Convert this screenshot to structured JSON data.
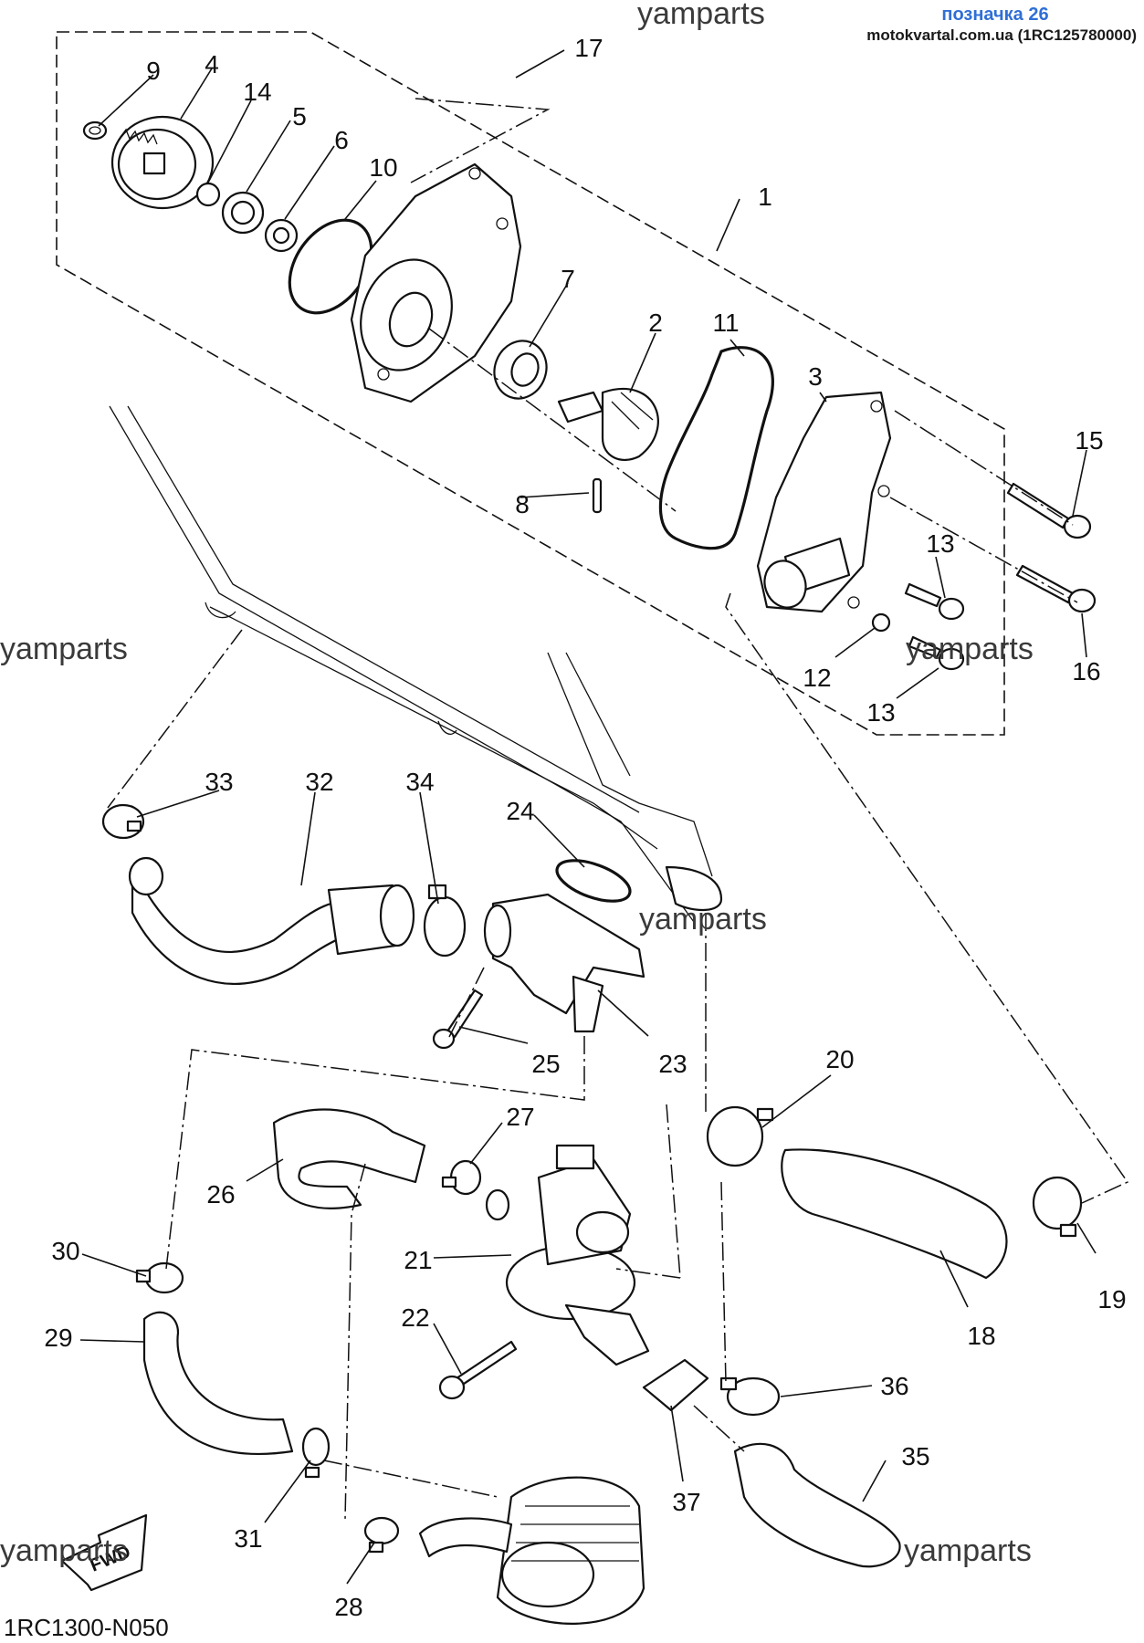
{
  "header": {
    "watermark_top": "yamparts",
    "badge": "позначка 26",
    "source": "motokvartal.com.ua (1RC125780000)"
  },
  "watermarks": [
    "yamparts",
    "yamparts",
    "yamparts",
    "yamparts",
    "yamparts"
  ],
  "diagram_code": "1RC1300-N050",
  "fwd_label": "FWD",
  "callouts": {
    "c1": "1",
    "c2": "2",
    "c3": "3",
    "c4": "4",
    "c5": "5",
    "c6": "6",
    "c7": "7",
    "c8": "8",
    "c9": "9",
    "c10": "10",
    "c11": "11",
    "c12": "12",
    "c13a": "13",
    "c13b": "13",
    "c14": "14",
    "c15": "15",
    "c16": "16",
    "c17": "17",
    "c18": "18",
    "c19": "19",
    "c20": "20",
    "c21": "21",
    "c22": "22",
    "c23": "23",
    "c24": "24",
    "c25": "25",
    "c26": "26",
    "c27": "27",
    "c28": "28",
    "c29": "29",
    "c30": "30",
    "c31": "31",
    "c32": "32",
    "c33": "33",
    "c34": "34",
    "c35": "35",
    "c36": "36",
    "c37": "37"
  }
}
